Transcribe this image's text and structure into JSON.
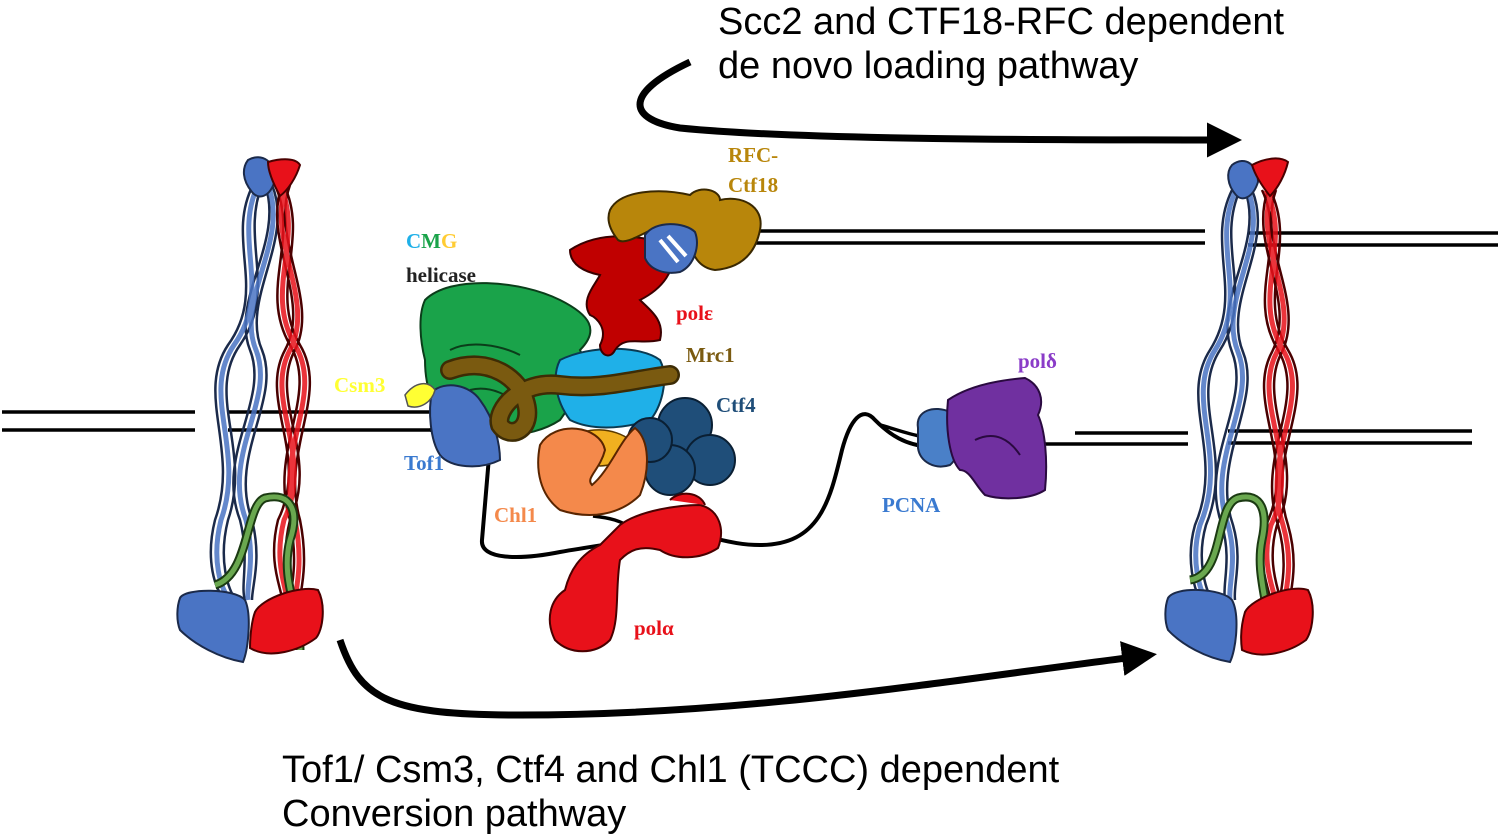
{
  "captions": {
    "top_line1": "Scc2 and CTF18-RFC dependent",
    "top_line2": "de novo loading pathway",
    "bottom_line1": "Tof1/ Csm3, Ctf4 and Chl1 (TCCC) dependent",
    "bottom_line2": "Conversion pathway"
  },
  "labels": {
    "rfc_line1": "RFC-",
    "rfc_line2": "Ctf18",
    "cmg_c": "C",
    "cmg_m": "M",
    "cmg_g": "G",
    "helicase": "helicase",
    "pol_epsilon": "polε",
    "mrc1": "Mrc1",
    "csm3": "Csm3",
    "ctf4": "Ctf4",
    "tof1": "Tof1",
    "chl1": "Chl1",
    "pol_alpha": "polα",
    "pol_delta": "polδ",
    "pcna": "PCNA"
  },
  "colors": {
    "cohesin_blue": "#4a74c4",
    "cohesin_red": "#e8111a",
    "kleisin_green": "#6aa84f",
    "cmg_green": "#1aa34a",
    "rfc_gold": "#b8860b",
    "pol_epsilon_red": "#c00000",
    "mrc1_brown": "#7a5a10",
    "ctf4_navy": "#1f4e79",
    "chl1_orange": "#f4894b",
    "pol_delta_purple": "#7030a0",
    "pcna_blue": "#4a80c8",
    "csm3_yellow": "#ffff33",
    "mcm_cyan": "#1fb0e8"
  }
}
